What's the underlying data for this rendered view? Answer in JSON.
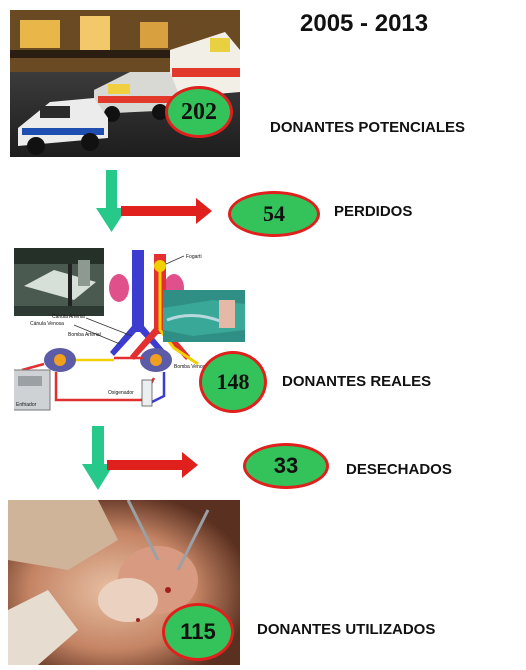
{
  "header": {
    "years": "2005 - 2013"
  },
  "stages": [
    {
      "count": "202",
      "label": "DONANTES POTENCIALES"
    },
    {
      "count": "54",
      "label": "PERDIDOS"
    },
    {
      "count": "148",
      "label": "DONANTES REALES"
    },
    {
      "count": "33",
      "label": "DESECHADOS"
    },
    {
      "count": "115",
      "label": "DONANTES UTILIZADOS"
    }
  ],
  "diagram_labels": {
    "fogarti": "Fogarti",
    "canula_arterial": "Cánula Arterial",
    "canula_venosa": "Cánula Venosa",
    "bomba_arterial": "Bomba Arterial",
    "bomba_venosa": "Bomba Venosa",
    "enfriador": "Enfriador",
    "oxigenador": "Oxigenador"
  },
  "colors": {
    "badge_fill": "#33c35a",
    "badge_border": "#e0201c",
    "arrow_down": "#27c98a",
    "arrow_right": "#e0201c"
  }
}
